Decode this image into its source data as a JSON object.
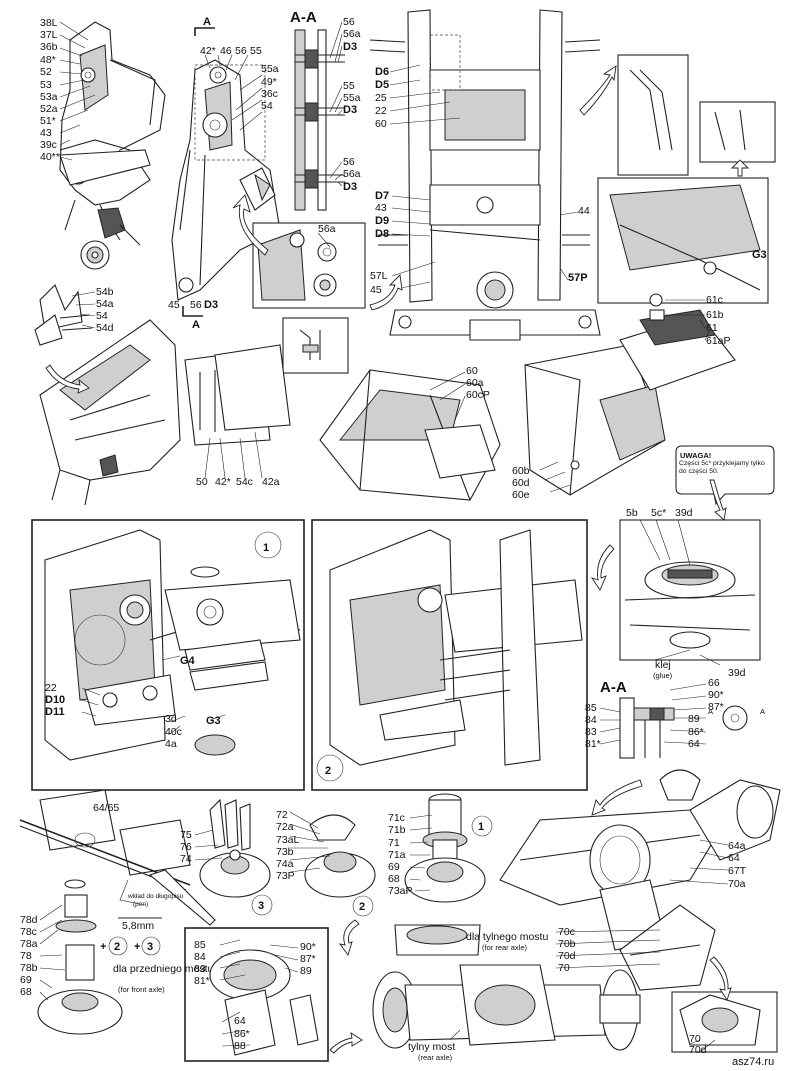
{
  "watermark": "asz74.ru",
  "section_view": {
    "title": "A-A",
    "marker": "A",
    "labels": [
      "56",
      "56a",
      "D3",
      "55",
      "55a",
      "D3",
      "56",
      "56a",
      "D3"
    ]
  },
  "labels": {
    "top_left": [
      "38L",
      "37L",
      "36b",
      "48*",
      "52",
      "53",
      "53a",
      "52a",
      "51*",
      "43",
      "39c",
      "40**"
    ],
    "arm": [
      "42*",
      "46",
      "56",
      "55",
      "55a",
      "49*",
      "36c",
      "54"
    ],
    "arm_bottom": [
      "45",
      "56",
      "D3",
      "A"
    ],
    "detail_56a": "56a",
    "frame_top": [
      "D6",
      "D5",
      "25",
      "22",
      "60"
    ],
    "frame_mid": [
      "D7",
      "43",
      "D9",
      "D8",
      "44"
    ],
    "frame_bottom": [
      "57L",
      "45",
      "57P"
    ],
    "left_parts": [
      "54b",
      "54a",
      "54",
      "54d"
    ],
    "panel_bottom": [
      "50",
      "42*",
      "54c",
      "42a"
    ],
    "cover": [
      "60",
      "60a",
      "60cP"
    ],
    "parts_right": [
      "61c",
      "61b",
      "61",
      "61aP"
    ],
    "box_bottom": [
      "60b",
      "60d",
      "60e"
    ],
    "g3": "G3",
    "note": {
      "title": "UWAGA!",
      "text": "Części 5c* przyklejamy tylko do części 50."
    },
    "step1": {
      "number": "1",
      "labels": [
        "G4",
        "22",
        "D10",
        "D11",
        "3d",
        "40c",
        "4a",
        "G3"
      ]
    },
    "step2": {
      "number": "2"
    },
    "top_detail": [
      "5b",
      "5c*",
      "39d"
    ],
    "glue": {
      "pl": "klej",
      "en": "(glue)"
    },
    "detail_39d": "39d",
    "aa_section": {
      "title": "A-A",
      "left": [
        "85",
        "84",
        "83",
        "81*"
      ],
      "right": [
        "66",
        "90*",
        "87*",
        "89",
        "86*",
        "64"
      ],
      "marker": "A"
    },
    "shaft": {
      "label": "64/65",
      "note_pl": "wkład do długopisu",
      "note_en": "(pen)",
      "dim": "5,8mm"
    },
    "hub3": [
      "75",
      "76",
      "74"
    ],
    "hub2": [
      "72",
      "72a",
      "73aL",
      "73b",
      "74a",
      "73P"
    ],
    "hub1": [
      "71c",
      "71b",
      "71",
      "71a",
      "69",
      "68",
      "73aP"
    ],
    "rear_axle_note": {
      "pl": "dla tylnego mostu",
      "en": "(for rear axle)"
    },
    "axle_right": [
      "64a",
      "64",
      "67T",
      "70a",
      "70c",
      "70b",
      "70d",
      "70"
    ],
    "front_stack": [
      "78d",
      "78c",
      "78a",
      "78",
      "78b",
      "69",
      "68"
    ],
    "front_axle_note": {
      "pl": "dla przedniego mostu",
      "en": "(for front axle)"
    },
    "circle_steps": [
      "2",
      "3",
      "1"
    ],
    "bottom_detail": {
      "left": [
        "85",
        "84",
        "83",
        "81*",
        "64",
        "86*",
        "88"
      ],
      "right": [
        "90*",
        "87*",
        "89"
      ]
    },
    "rear_axle": {
      "pl": "tylny most",
      "en": "(rear axle)"
    },
    "corner_detail": [
      "70",
      "70d"
    ]
  }
}
